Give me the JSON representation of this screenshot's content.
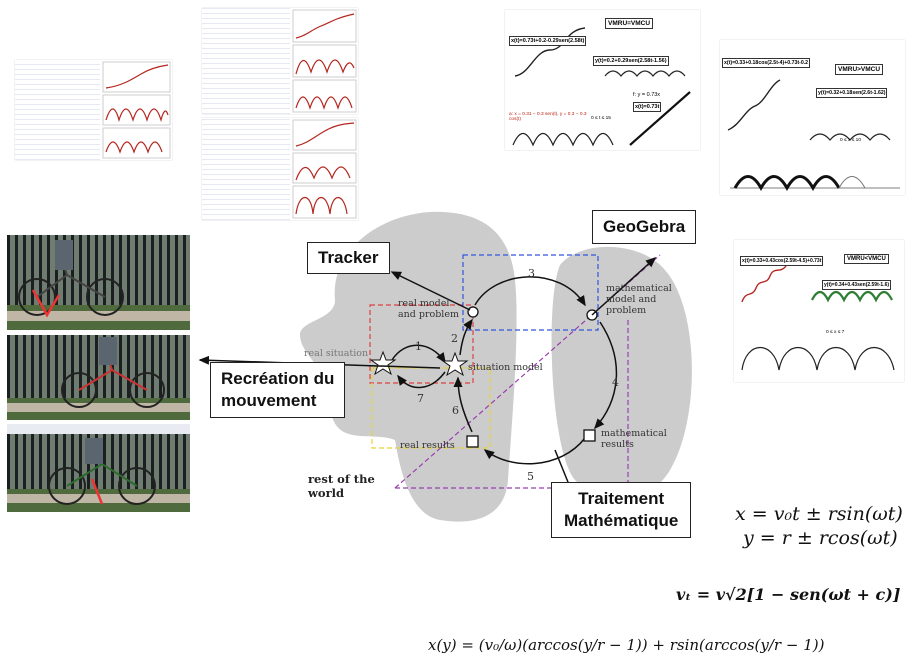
{
  "callouts": {
    "tracker": "Tracker",
    "geogebra": "GeoGebra",
    "recreation_line1": "Recréation du",
    "recreation_line2": "mouvement",
    "traitement_line1": "Traitement",
    "traitement_line2": "Mathématique"
  },
  "cycle": {
    "real_situation": "real situation",
    "situation_model": "situation model",
    "real_model_line1": "real model",
    "real_model_line2": "and problem",
    "math_model_line1": "mathematical",
    "math_model_line2": "model and",
    "math_model_line3": "problem",
    "math_results_line1": "mathematical",
    "math_results_line2": "results",
    "real_results": "real results",
    "rest_line1": "rest of the",
    "rest_line2": "world",
    "steps": [
      "1",
      "2",
      "3",
      "4",
      "5",
      "6",
      "7"
    ]
  },
  "equations": {
    "x_eq": "x = v₀t ± rsin(ωt)",
    "y_eq": "y = r ± rcos(ωt)",
    "vt_eq": "vₜ = v√2[1 − sen(ωt + c)]",
    "xy_eq": "x(y) = (v₀/ω)(arccos(y/r − 1)) + rsin(arccos(y/r − 1))"
  },
  "geogebra_panels": {
    "p1": {
      "badge": "VMRU=VMCU",
      "x_formula": "x(t)=0.73t+0.2-0.29sen(2.58t)",
      "y_formula": "y(t)=0.2+0.29sen(2.58t-1.56)",
      "f_line": "f: y = 0.73x",
      "x_line": "x(t)=0.73t",
      "param": "a: x = 0.31 − 0.3 sen(t), y = 0.3 − 0.3 cos(t)",
      "range": "0 ≤ t ≤ 15"
    },
    "p2": {
      "badge": "VMRU>VMCU",
      "x_formula": "x(t)=0.33+0.18cos(2.5t-4)+0.73t-0.2",
      "y_formula": "y(t)=0.32+0.18sen(2.6t-1.62)",
      "range": "0 ≤ x ≤ 10"
    },
    "p3": {
      "badge": "VMRU<VMCU",
      "x_formula": "x(t)=0.33+0.43cos(2.59t-4.5)+0.73t",
      "y_formula": "y(t)=0.34+0.43sen(2.59t-1.6)",
      "range": "0 ≤ x ≤ 7"
    }
  },
  "colors": {
    "blob": "#cccccc",
    "red_box": "#e04040",
    "blue_box": "#3355dd",
    "purple_line": "#9a3fb0",
    "yellow_box": "#e8d23a",
    "curve_red": "#b5261e"
  }
}
